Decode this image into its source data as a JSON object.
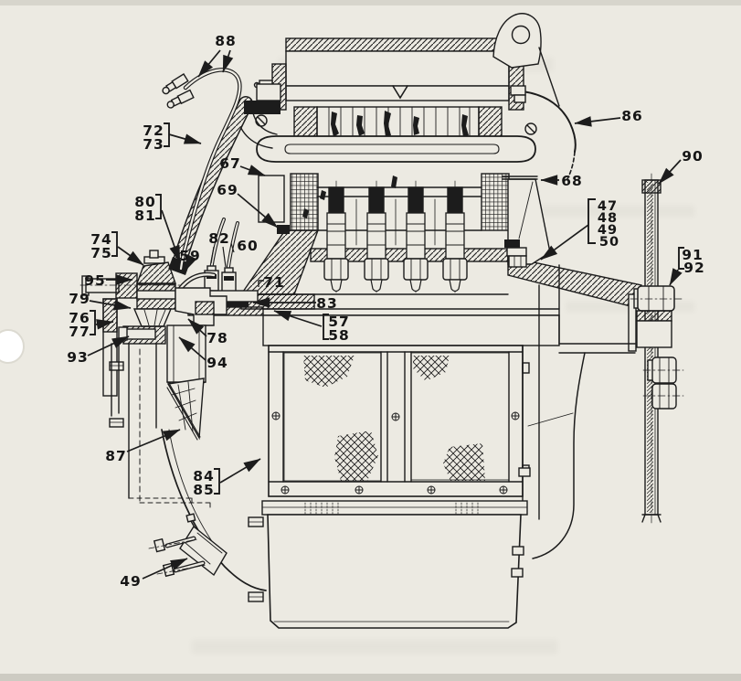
{
  "page": {
    "kind": "scanned technical parts diagram",
    "description": "Cutaway side view of an engine / compressor assembly with numbered part callouts, scanned book page with punch hole and bleed-through",
    "background_color": "#eceae2",
    "ink_color": "#1c1c1c"
  },
  "labels": {
    "l47": "47",
    "l48": "48",
    "l49": "49",
    "l50": "50",
    "l57": "57",
    "l58": "58",
    "l59": "59",
    "l60": "60",
    "l67": "67",
    "l68": "68",
    "l69": "69",
    "l71": "71",
    "l72": "72",
    "l73": "73",
    "l74": "74",
    "l75": "75",
    "l76": "76",
    "l77": "77",
    "l78": "78",
    "l79": "79",
    "l80": "80",
    "l81": "81",
    "l82": "82",
    "l83": "83",
    "l84": "84",
    "l85": "85",
    "l86": "86",
    "l87": "87",
    "l88": "88",
    "l90": "90",
    "l91": "91",
    "l92": "92",
    "l93": "93",
    "l94": "94",
    "l95": "95"
  },
  "callout_groups": [
    {
      "labels": [
        "72",
        "73"
      ],
      "bracket_side": "right"
    },
    {
      "labels": [
        "80",
        "81"
      ],
      "bracket_side": "right"
    },
    {
      "labels": [
        "74",
        "75"
      ],
      "bracket_side": "right"
    },
    {
      "labels": [
        "76",
        "77"
      ],
      "bracket_side": "right"
    },
    {
      "labels": [
        "57",
        "58"
      ],
      "bracket_side": "left"
    },
    {
      "labels": [
        "84",
        "85"
      ],
      "bracket_side": "right"
    },
    {
      "labels": [
        "47",
        "48",
        "49",
        "50"
      ],
      "bracket_side": "left"
    },
    {
      "labels": [
        "91",
        "92"
      ],
      "bracket_side": "left"
    }
  ],
  "single_callouts": [
    "88",
    "67",
    "69",
    "95",
    "79",
    "93",
    "59",
    "82",
    "60",
    "71",
    "83",
    "78",
    "94",
    "87",
    "49",
    "86",
    "68",
    "90"
  ]
}
